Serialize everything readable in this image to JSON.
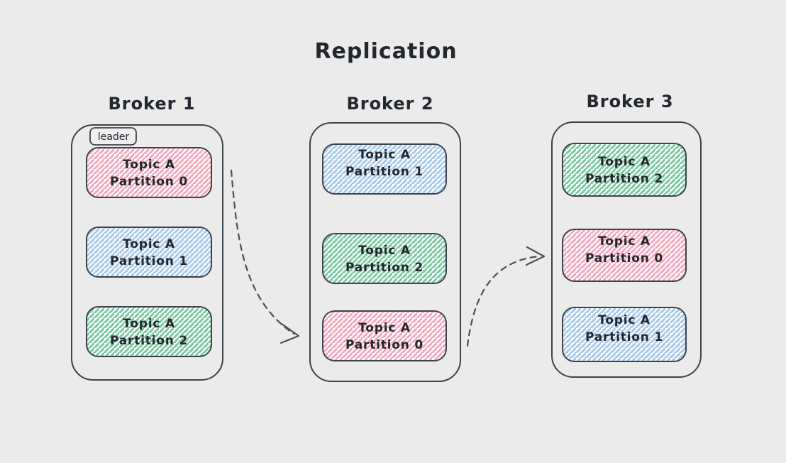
{
  "title": "Replication",
  "colors": {
    "background": "#ebebeb",
    "outline": "#3d434c",
    "text": "#23272e",
    "arrow": "#4a4f57",
    "pink": "#f2a9bd",
    "blue": "#a6c9ec",
    "green": "#7cc7a4",
    "hatch_background": "#ffffff"
  },
  "brokers": [
    {
      "name": "Broker 1",
      "badge": "leader",
      "partitions": [
        {
          "topic": "Topic A",
          "partition": "Partition 0",
          "color": "pink"
        },
        {
          "topic": "Topic A",
          "partition": "Partition 1",
          "color": "blue"
        },
        {
          "topic": "Topic A",
          "partition": "Partition 2",
          "color": "green"
        }
      ]
    },
    {
      "name": "Broker 2",
      "partitions": [
        {
          "topic": "Topic A",
          "partition": "Partition 1",
          "color": "blue"
        },
        {
          "topic": "Topic A",
          "partition": "Partition 2",
          "color": "green"
        },
        {
          "topic": "Topic A",
          "partition": "Partition 0",
          "color": "pink"
        }
      ]
    },
    {
      "name": "Broker 3",
      "partitions": [
        {
          "topic": "Topic A",
          "partition": "Partition 2",
          "color": "green"
        },
        {
          "topic": "Topic A",
          "partition": "Partition 0",
          "color": "pink"
        },
        {
          "topic": "Topic A",
          "partition": "Partition 1",
          "color": "blue"
        }
      ]
    }
  ],
  "arrows": [
    {
      "from": "Broker 1",
      "to": "Broker 2"
    },
    {
      "from": "Broker 2",
      "to": "Broker 3"
    }
  ]
}
